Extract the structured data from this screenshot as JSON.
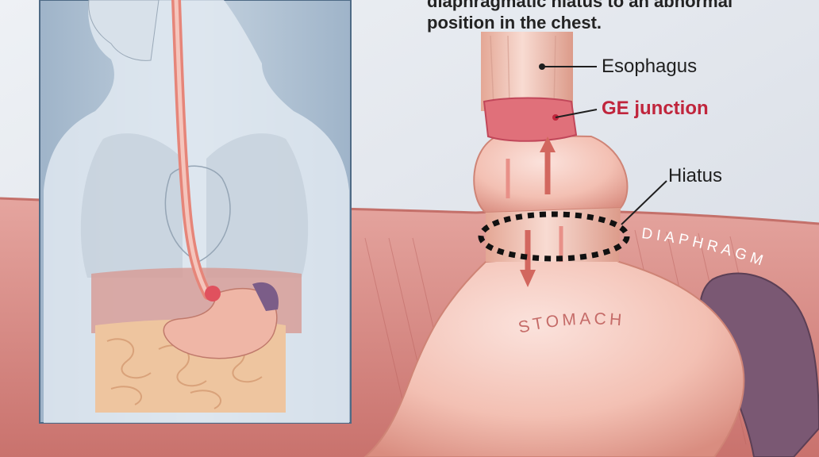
{
  "caption": {
    "line1": "diaphragmatic hiatus to an abnormal",
    "line2": "position in the chest."
  },
  "labels": {
    "esophagus": "Esophagus",
    "ge_junction": "GE junction",
    "hiatus": "Hiatus",
    "diaphragm": "DIAPHRAGM",
    "stomach": "STOMACH"
  },
  "colors": {
    "ge_junction_label": "#c0253c",
    "background": "#e7eaf0",
    "tissue_pink": "#f2bfb3",
    "diaphragm": "#d7867f",
    "inset_bg": "#b5c5d6"
  }
}
